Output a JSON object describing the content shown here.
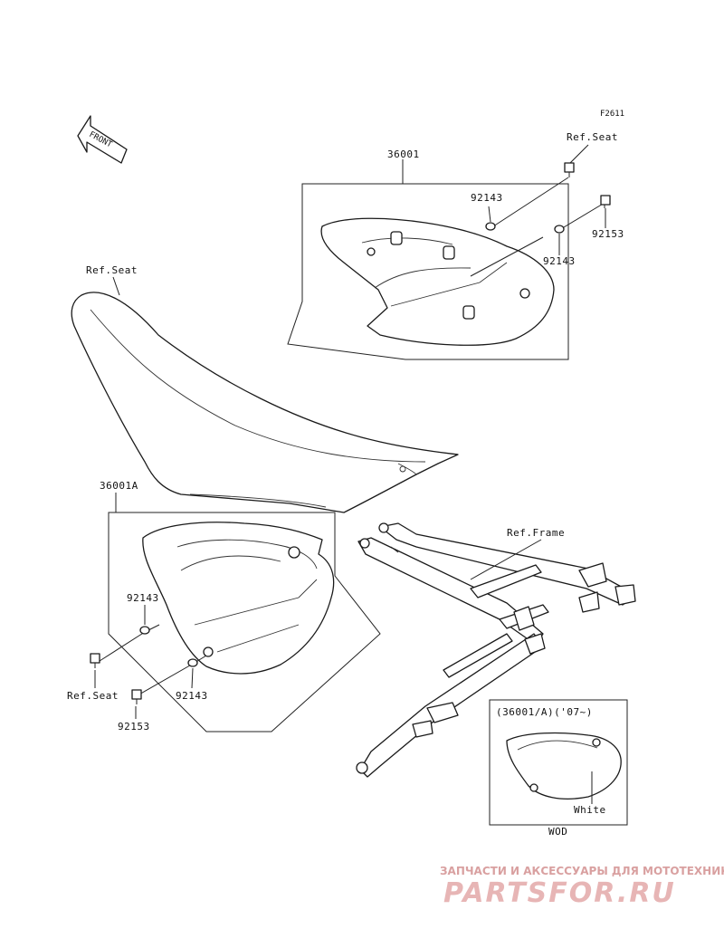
{
  "diagram": {
    "code": "F2611",
    "front_label": "FRONT",
    "labels": {
      "ref_seat_top_right": "Ref.Seat",
      "part_36001": "36001",
      "part_92143_a": "92143",
      "part_92153_a": "92153",
      "part_92143_b": "92143",
      "ref_seat_main": "Ref.Seat",
      "part_36001A": "36001A",
      "ref_frame": "Ref.Frame",
      "part_92143_c": "92143",
      "ref_seat_left": "Ref.Seat",
      "part_92143_d": "92143",
      "part_92153_b": "92153",
      "inset_title": "(36001/A)('07~)",
      "inset_color": "White",
      "inset_code": "WOD"
    }
  },
  "watermark": {
    "tagline": "ЗАПЧАСТИ И АКСЕССУАРЫ ДЛЯ МОТОТЕХНИКИ",
    "brand": "PARTSFOR.RU"
  }
}
